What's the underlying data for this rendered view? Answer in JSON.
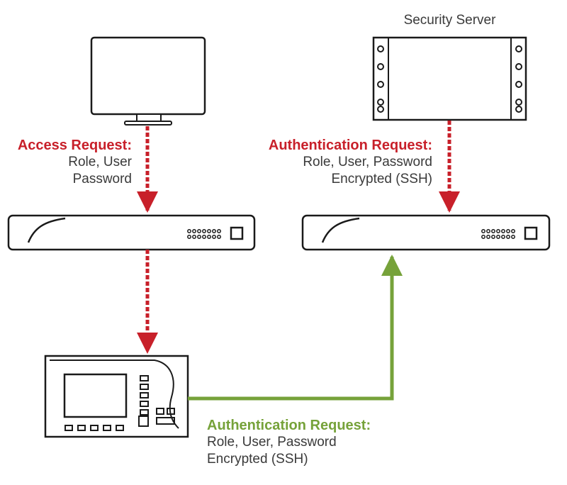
{
  "security_server": {
    "title": "Security Server"
  },
  "access_request": {
    "heading": "Access Request:",
    "line1": "Role, User",
    "line2": "Password"
  },
  "auth_request_top": {
    "heading": "Authentication Request:",
    "line1": "Role, User, Password",
    "line2": "Encrypted (SSH)"
  },
  "auth_request_bottom": {
    "heading": "Authentication Request:",
    "line1": "Role, User, Password",
    "line2": "Encrypted (SSH)"
  },
  "colors": {
    "red_arrow": "#c8202a",
    "green_arrow": "#76a23a",
    "text": "#3a3a3a",
    "outline": "#1a1a1a"
  }
}
